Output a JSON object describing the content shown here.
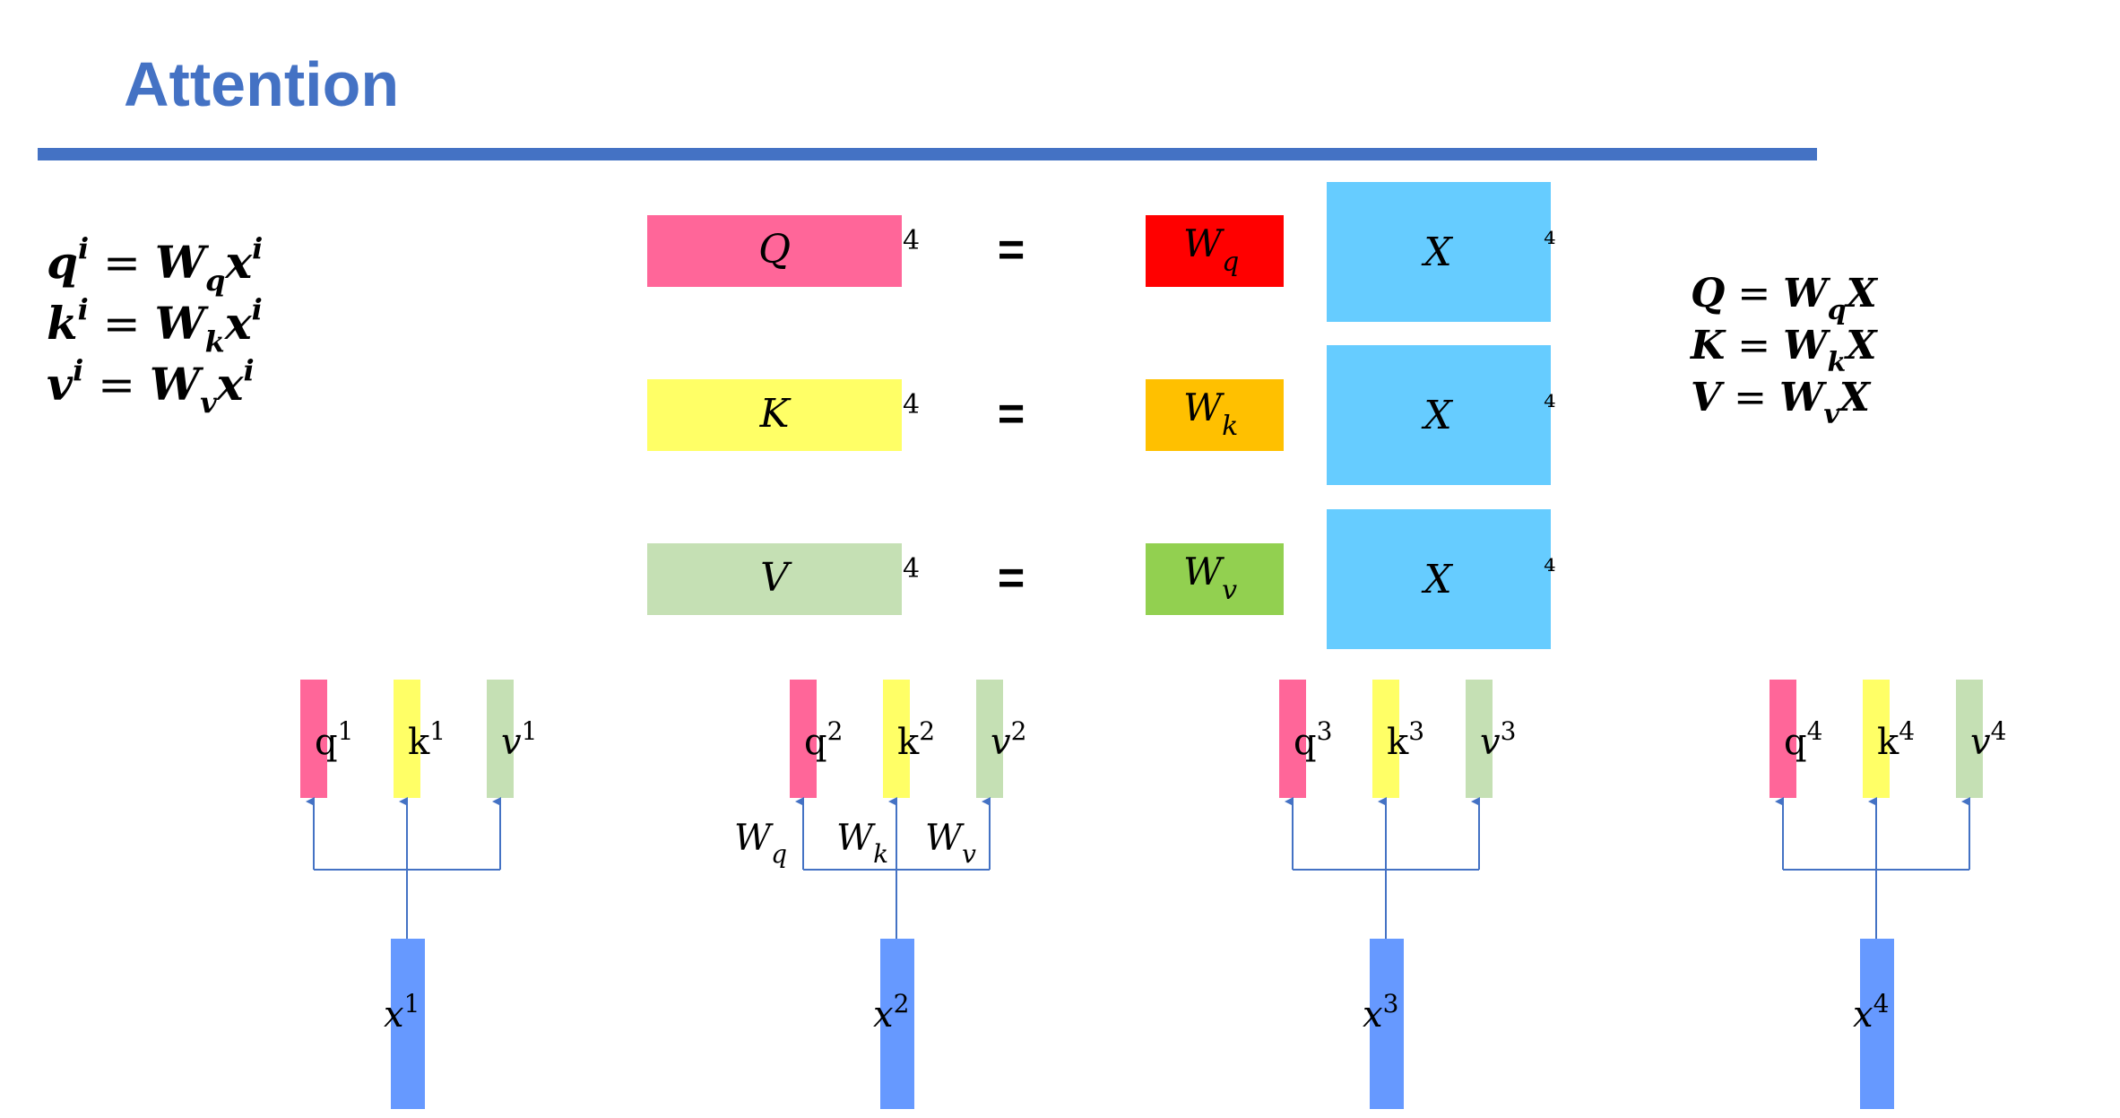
{
  "title": "Attention",
  "colors": {
    "title": "#4472C4",
    "rule": "#4472C4",
    "q": "#FF6699",
    "k": "#FFFF66",
    "v": "#C5E0B4",
    "wq": "#FF0000",
    "wk": "#FFC000",
    "wv": "#92D050",
    "X": "#66CCFF",
    "x": "#6699FF",
    "arrow": "#4472C4"
  },
  "left_equations": [
    {
      "lhs": "q",
      "lsup": "i",
      "eq": "=",
      "w": "W",
      "wsub": "q",
      "x": "x",
      "xsup": "i"
    },
    {
      "lhs": "k",
      "lsup": "i",
      "eq": "=",
      "w": "W",
      "wsub": "k",
      "x": "x",
      "xsup": "i"
    },
    {
      "lhs": "v",
      "lsup": "i",
      "eq": "=",
      "w": "W",
      "wsub": "v",
      "x": "x",
      "xsup": "i"
    }
  ],
  "matrix_rows": [
    {
      "lhs": "Q",
      "lhs_color": "q",
      "trail": "4",
      "eq": "=",
      "w": "W",
      "wsub": "q",
      "w_color": "wq",
      "rhs": "X",
      "rhs_trail": "⁴"
    },
    {
      "lhs": "K",
      "lhs_color": "k",
      "trail": "4",
      "eq": "=",
      "w": "W",
      "wsub": "k",
      "w_color": "wk",
      "rhs": "X",
      "rhs_trail": "⁴"
    },
    {
      "lhs": "V",
      "lhs_color": "v",
      "trail": "4",
      "eq": "=",
      "w": "W",
      "wsub": "v",
      "w_color": "wv",
      "rhs": "X",
      "rhs_trail": "⁴"
    }
  ],
  "right_equations": [
    {
      "lhs": "Q",
      "eq": "=",
      "w": "W",
      "wsub": "q",
      "x": "X"
    },
    {
      "lhs": "K",
      "eq": "=",
      "w": "W",
      "wsub": "k",
      "x": "X"
    },
    {
      "lhs": "V",
      "eq": "=",
      "w": "W",
      "wsub": "v",
      "x": "X"
    }
  ],
  "tokens": [
    {
      "q": "q",
      "k": "k",
      "v": "v",
      "x": "x",
      "sup": "1"
    },
    {
      "q": "q",
      "k": "k",
      "v": "v",
      "x": "x",
      "sup": "2"
    },
    {
      "q": "q",
      "k": "k",
      "v": "v",
      "x": "x",
      "sup": "3"
    },
    {
      "q": "q",
      "k": "k",
      "v": "v",
      "x": "x",
      "sup": "4"
    }
  ],
  "projection_labels": [
    {
      "w": "W",
      "sub": "q"
    },
    {
      "w": "W",
      "sub": "k"
    },
    {
      "w": "W",
      "sub": "v"
    }
  ],
  "projection_labels_token": 2
}
